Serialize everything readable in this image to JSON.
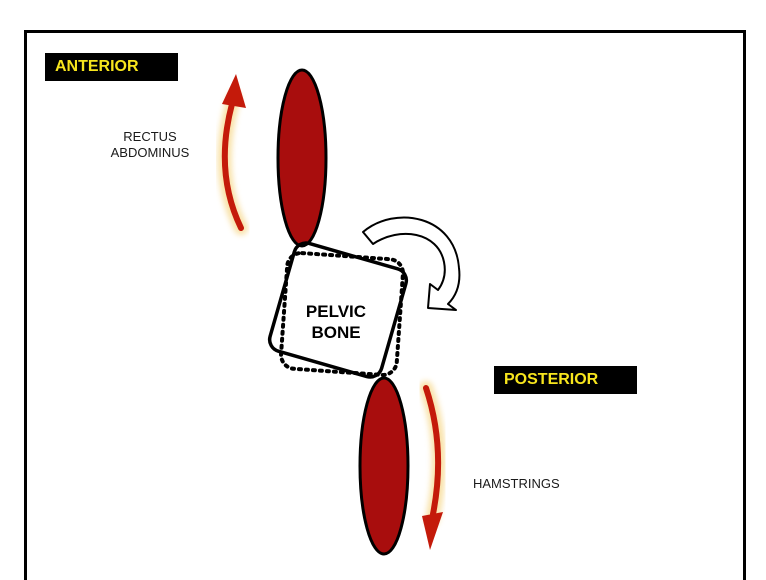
{
  "labels": {
    "anterior": "ANTERIOR",
    "posterior": "POSTERIOR",
    "rectus_line1": "RECTUS",
    "rectus_line2": "ABDOMINUS",
    "hamstrings": "HAMSTRINGS",
    "bone_line1": "PELVIC",
    "bone_line2": "BONE"
  },
  "colors": {
    "muscle": "#a80d0d",
    "muscle_outline": "#000000",
    "arrow_red": "#c41a0a",
    "arrow_glow": "#f8dfa0",
    "tag_background": "#000000",
    "tag_text": "#f7e51d"
  },
  "icons": {
    "rotation_arrow": "curved-hollow-arrow-clockwise",
    "rectus_arrow": "curved-arrow-up",
    "hamstrings_arrow": "curved-arrow-down"
  }
}
